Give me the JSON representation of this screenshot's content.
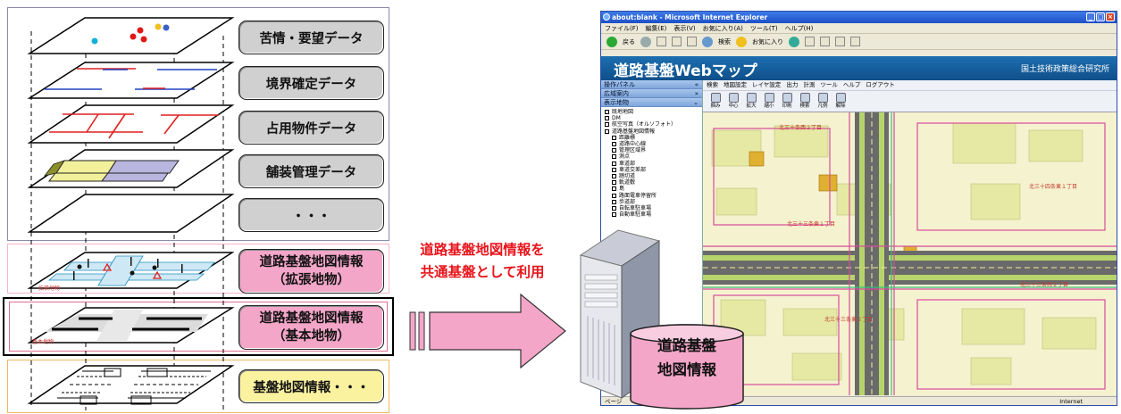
{
  "layers": {
    "complaints": "苦情・要望データ",
    "boundary": "境界確定データ",
    "occupancy": "占用物件データ",
    "pavement": "舗装管理データ",
    "others": "・・・",
    "extended_line1": "道路基盤地図情報",
    "extended_line2": "（拡張地物）",
    "basic_line1": "道路基盤地図情報",
    "basic_line2": "（基本地物）",
    "base_map": "基盤地図情報・・・"
  },
  "small_labels": {
    "extended": "拡張地物",
    "basic": "基本地物"
  },
  "caption": {
    "line1": "道路基盤地図情報を",
    "line2": "共通基盤として利用"
  },
  "database": {
    "line1": "道路基盤",
    "line2": "地図情報"
  },
  "browser": {
    "title": "about:blank - Microsoft Internet Explorer",
    "menu": [
      "ファイル(F)",
      "編集(E)",
      "表示(V)",
      "お気に入り(A)",
      "ツール(T)",
      "ヘルプ(H)"
    ],
    "toolbar": [
      "戻る",
      "検索",
      "お気に入り"
    ],
    "app_title": "道路基盤Webマップ",
    "organization": "国土技術政策総合研究所",
    "status_left": "ページ",
    "status_right": "Internet"
  },
  "side_panel": {
    "header": "操作パネル",
    "tab1": "広域案内",
    "tab2": "表示地物",
    "items": [
      {
        "label": "既地地図",
        "sub": false
      },
      {
        "label": "DM",
        "sub": false
      },
      {
        "label": "航空写真（オルソフォト）",
        "sub": false
      },
      {
        "label": "道路基盤地図情報",
        "sub": false
      },
      {
        "label": "距離標",
        "sub": true
      },
      {
        "label": "道路中心線",
        "sub": true
      },
      {
        "label": "管理区域界",
        "sub": true
      },
      {
        "label": "測点",
        "sub": true
      },
      {
        "label": "車道部",
        "sub": true
      },
      {
        "label": "車道交差部",
        "sub": true
      },
      {
        "label": "踏切道",
        "sub": true
      },
      {
        "label": "軌道敷",
        "sub": true
      },
      {
        "label": "島",
        "sub": true
      },
      {
        "label": "路面電車停留所",
        "sub": true
      },
      {
        "label": "歩道部",
        "sub": true
      },
      {
        "label": "自転車駐車場",
        "sub": true
      },
      {
        "label": "自動車駐車場",
        "sub": true
      }
    ]
  },
  "map_tools": {
    "menu": [
      "検索",
      "地図設定",
      "レイヤ設定",
      "出力",
      "計測",
      "ツール",
      "ヘルプ",
      "ログアウト"
    ],
    "buttons": [
      "掴み",
      "中心",
      "拡大",
      "縮小",
      "印刷",
      "検索",
      "凡例",
      "解除"
    ]
  },
  "map_labels": {
    "label1": "北三十条西２丁目",
    "label2": "北三十四条東１丁目",
    "label3": "北三十三条東１丁目",
    "label4": "北三十三条西２丁目",
    "label5": "北三十三条東２丁目"
  },
  "colors": {
    "pink_label": "#f3a6c8",
    "yellow_label": "#fbf2a0",
    "gray_label": "#d0d0d0",
    "caption_red": "#e8151c",
    "arrow_pink": "#f3a6c8",
    "app_header_blue": "#0f4f8a"
  }
}
